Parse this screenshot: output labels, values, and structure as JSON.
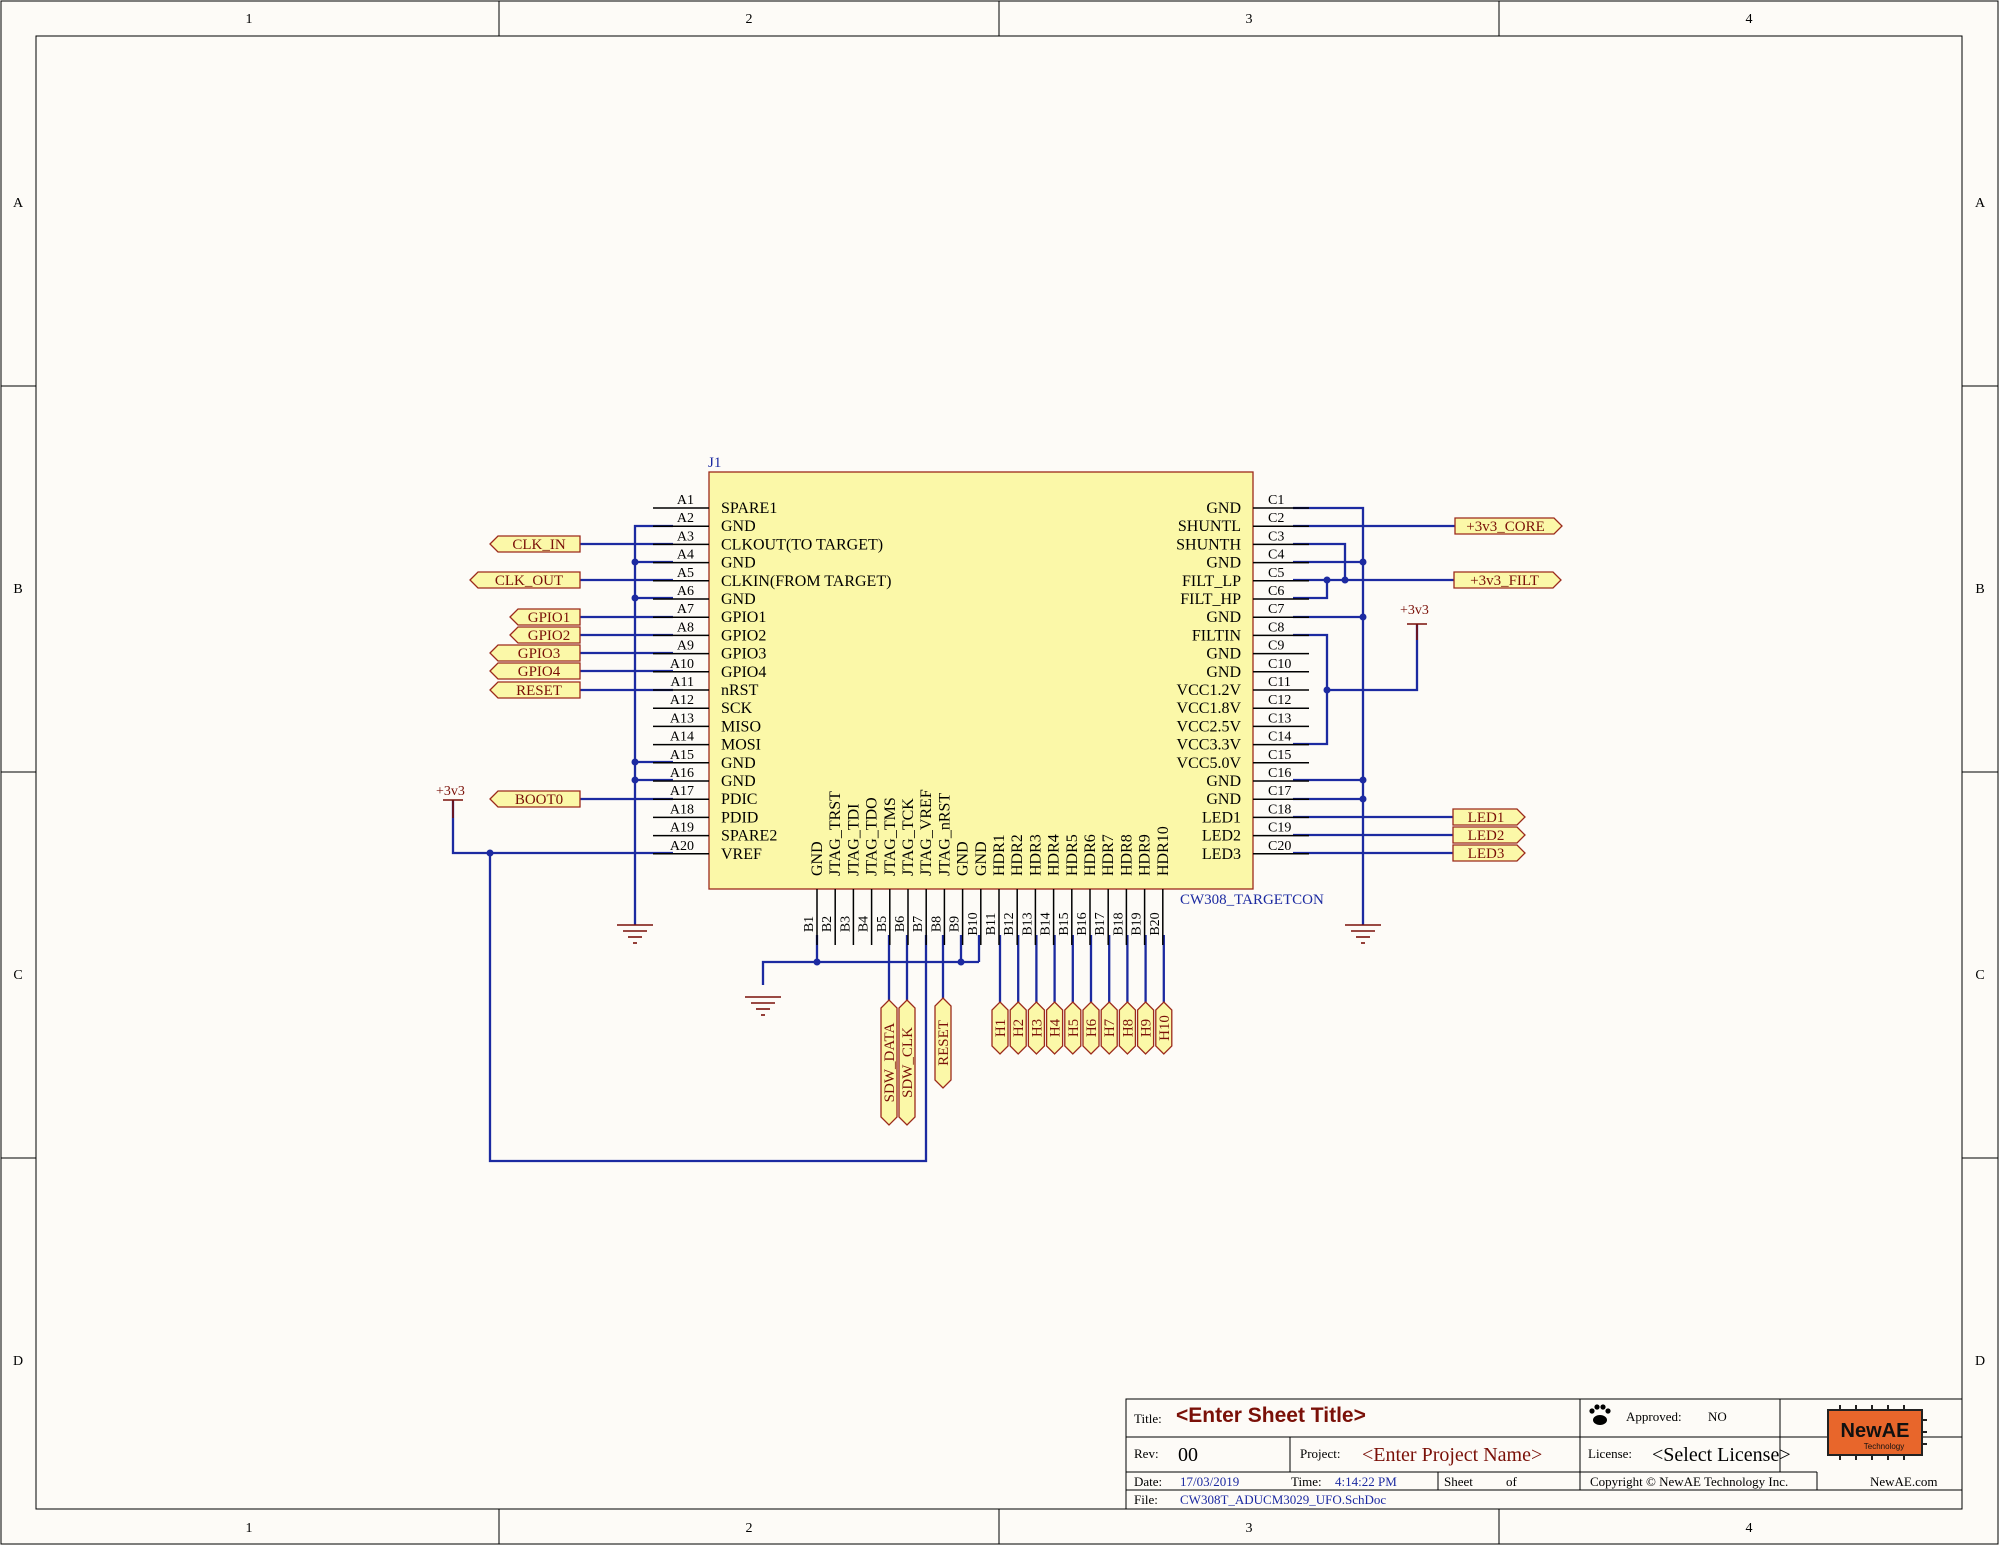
{
  "component": {
    "designator": "J1",
    "value": "CW308_TARGETCON",
    "pins_a": [
      {
        "num": "A1",
        "name": "SPARE1"
      },
      {
        "num": "A2",
        "name": "GND"
      },
      {
        "num": "A3",
        "name": "CLKOUT(TO TARGET)"
      },
      {
        "num": "A4",
        "name": "GND"
      },
      {
        "num": "A5",
        "name": "CLKIN(FROM TARGET)"
      },
      {
        "num": "A6",
        "name": "GND"
      },
      {
        "num": "A7",
        "name": "GPIO1"
      },
      {
        "num": "A8",
        "name": "GPIO2"
      },
      {
        "num": "A9",
        "name": "GPIO3"
      },
      {
        "num": "A10",
        "name": "GPIO4"
      },
      {
        "num": "A11",
        "name": "nRST"
      },
      {
        "num": "A12",
        "name": "SCK"
      },
      {
        "num": "A13",
        "name": "MISO"
      },
      {
        "num": "A14",
        "name": "MOSI"
      },
      {
        "num": "A15",
        "name": "GND"
      },
      {
        "num": "A16",
        "name": "GND"
      },
      {
        "num": "A17",
        "name": "PDIC"
      },
      {
        "num": "A18",
        "name": "PDID"
      },
      {
        "num": "A19",
        "name": "SPARE2"
      },
      {
        "num": "A20",
        "name": "VREF"
      }
    ],
    "pins_c": [
      {
        "num": "C1",
        "name": "GND"
      },
      {
        "num": "C2",
        "name": "SHUNTL"
      },
      {
        "num": "C3",
        "name": "SHUNTH"
      },
      {
        "num": "C4",
        "name": "GND"
      },
      {
        "num": "C5",
        "name": "FILT_LP"
      },
      {
        "num": "C6",
        "name": "FILT_HP"
      },
      {
        "num": "C7",
        "name": "GND"
      },
      {
        "num": "C8",
        "name": "FILTIN"
      },
      {
        "num": "C9",
        "name": "GND"
      },
      {
        "num": "C10",
        "name": "GND"
      },
      {
        "num": "C11",
        "name": "VCC1.2V"
      },
      {
        "num": "C12",
        "name": "VCC1.8V"
      },
      {
        "num": "C13",
        "name": "VCC2.5V"
      },
      {
        "num": "C14",
        "name": "VCC3.3V"
      },
      {
        "num": "C15",
        "name": "VCC5.0V"
      },
      {
        "num": "C16",
        "name": "GND"
      },
      {
        "num": "C17",
        "name": "GND"
      },
      {
        "num": "C18",
        "name": "LED1"
      },
      {
        "num": "C19",
        "name": "LED2"
      },
      {
        "num": "C20",
        "name": "LED3"
      }
    ],
    "pins_b": [
      {
        "num": "B1",
        "name": "GND"
      },
      {
        "num": "B2",
        "name": "JTAG_TRST"
      },
      {
        "num": "B3",
        "name": "JTAG_TDI"
      },
      {
        "num": "B4",
        "name": "JTAG_TDO"
      },
      {
        "num": "B5",
        "name": "JTAG_TMS"
      },
      {
        "num": "B6",
        "name": "JTAG_TCK"
      },
      {
        "num": "B7",
        "name": "JTAG_VREF"
      },
      {
        "num": "B8",
        "name": "JTAG_nRST"
      },
      {
        "num": "B9",
        "name": "GND"
      },
      {
        "num": "B10",
        "name": "GND"
      },
      {
        "num": "B11",
        "name": "HDR1"
      },
      {
        "num": "B12",
        "name": "HDR2"
      },
      {
        "num": "B13",
        "name": "HDR3"
      },
      {
        "num": "B14",
        "name": "HDR4"
      },
      {
        "num": "B15",
        "name": "HDR5"
      },
      {
        "num": "B16",
        "name": "HDR6"
      },
      {
        "num": "B17",
        "name": "HDR7"
      },
      {
        "num": "B18",
        "name": "HDR8"
      },
      {
        "num": "B19",
        "name": "HDR9"
      },
      {
        "num": "B20",
        "name": "HDR10"
      }
    ]
  },
  "ports_left": [
    "CLK_IN",
    "CLK_OUT",
    "GPIO1",
    "GPIO2",
    "GPIO3",
    "GPIO4",
    "RESET",
    "BOOT0"
  ],
  "ports_right": [
    "+3v3_CORE",
    "+3v3_FILT",
    "LED1",
    "LED2",
    "LED3"
  ],
  "ports_bottom": [
    "SDW_DATA",
    "SDW_CLK",
    "RESET"
  ],
  "ports_hdr": [
    "H1",
    "H2",
    "H3",
    "H4",
    "H5",
    "H6",
    "H7",
    "H8",
    "H9",
    "H10"
  ],
  "power_labels": [
    "+3v3",
    "+3v3"
  ],
  "border": {
    "columns": [
      "1",
      "2",
      "3",
      "4"
    ],
    "rows": [
      "A",
      "B",
      "C",
      "D"
    ]
  },
  "title_block": {
    "title_label": "Title:",
    "title_value": "<Enter Sheet Title>",
    "approved_label": "Approved:",
    "approved_value": "NO",
    "rev_label": "Rev:",
    "rev_value": "00",
    "project_label": "Project:",
    "project_value": "<Enter Project Name>",
    "license_label": "License:",
    "license_value": "<Select License>",
    "date_label": "Date:",
    "date_value": "17/03/2019",
    "time_label": "Time:",
    "time_value": "4:14:22 PM",
    "sheet_label": "Sheet",
    "of_label": "of",
    "copyright": "Copyright © NewAE Technology Inc.",
    "website": "NewAE.com",
    "file_label": "File:",
    "file_value": "CW308T_ADUCM3029_UFO.SchDoc",
    "logo_text": "NewAE",
    "logo_subtext": "Technology",
    "logo_color": "#e8662b"
  },
  "colors": {
    "wire": "#1c2aa1",
    "symbol_fill": "#fbf8a8",
    "symbol_border": "#9c2a1b",
    "port_text": "#7a1008"
  }
}
